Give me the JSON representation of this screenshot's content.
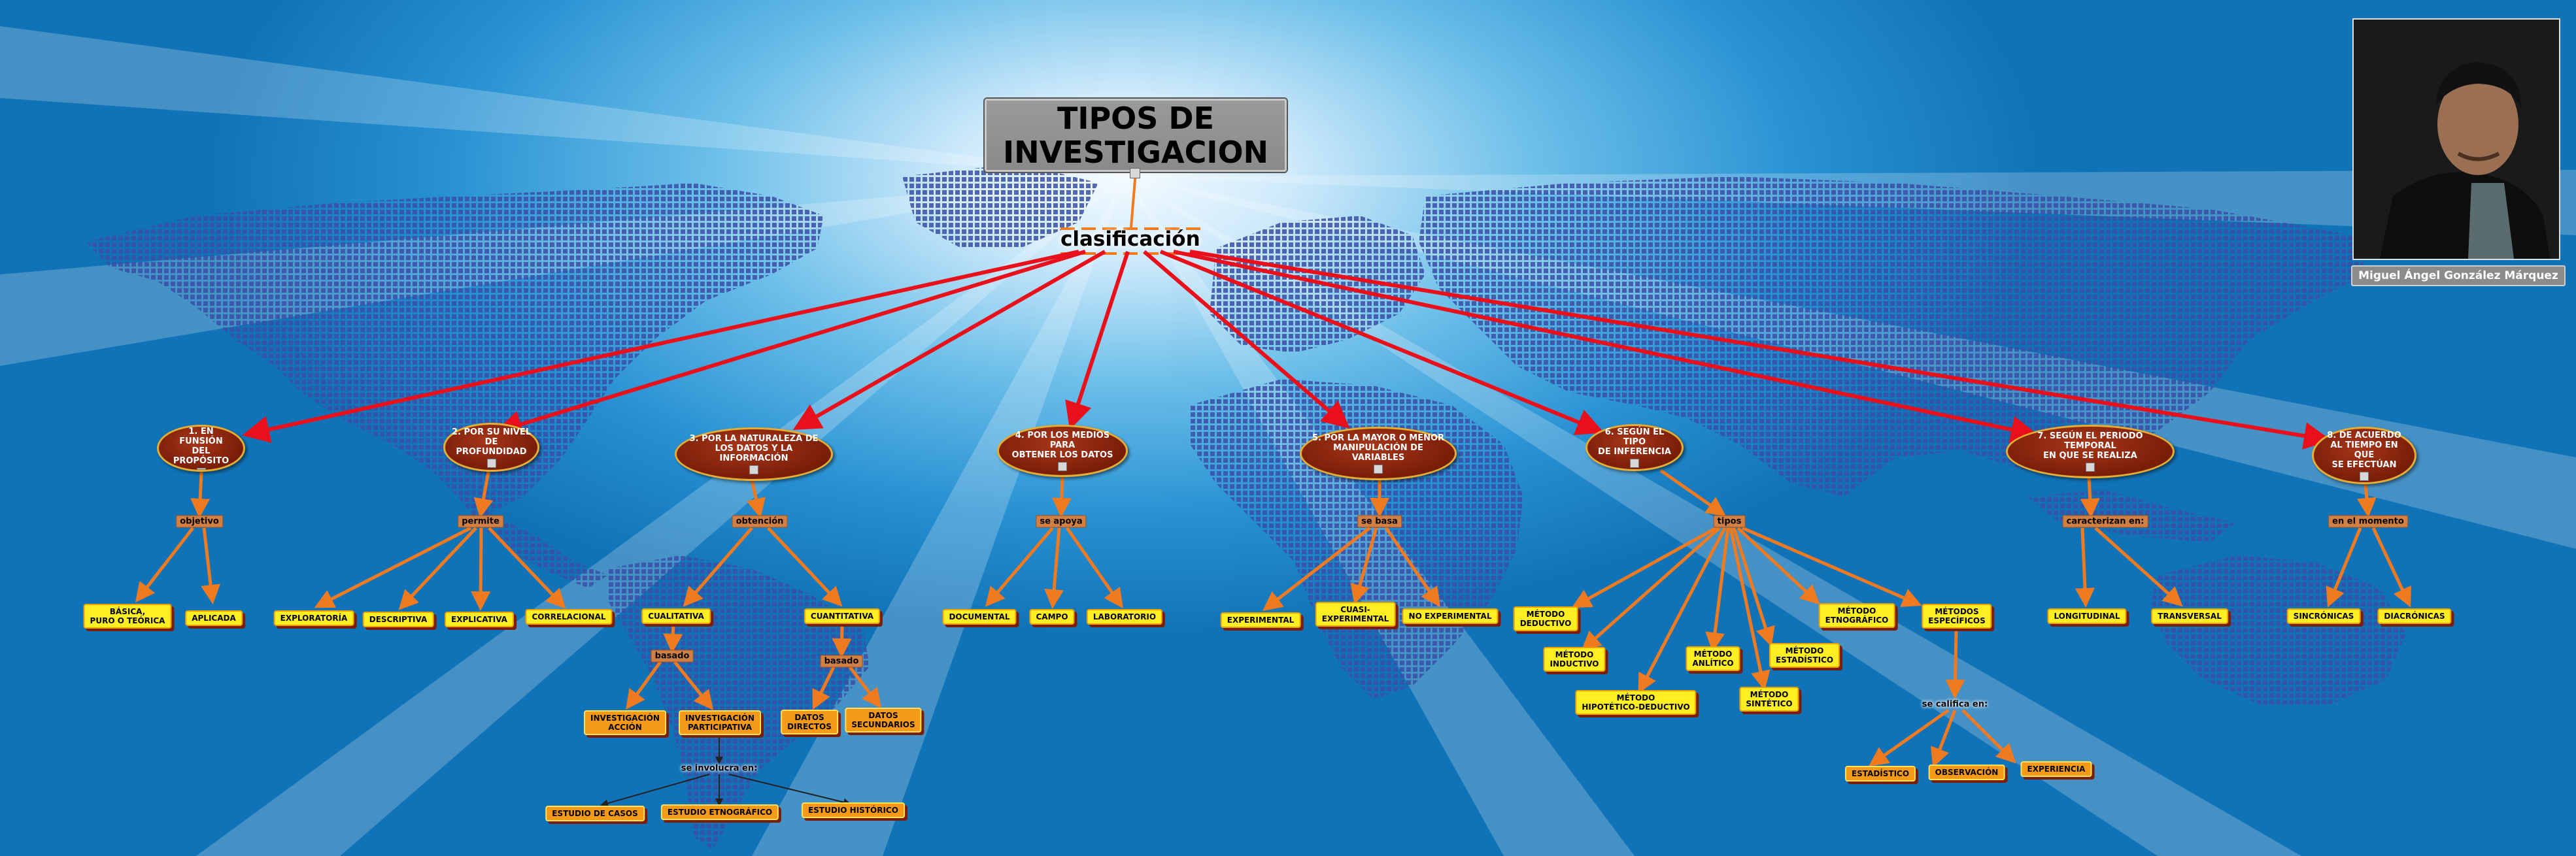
{
  "title": "TIPOS DE INVESTIGACION",
  "title_line1": "TIPOS DE",
  "title_line2": "INVESTIGACION",
  "hub_label": "clasificación",
  "author": "Miguel Ángel González Márquez",
  "photo_icon": "author-portrait",
  "colors": {
    "arrow_red": "#e8101b",
    "line_orange": "#ef7a1f",
    "category_fill": "#7a1e08",
    "concept_yellow": "#ffee22",
    "concept_orange": "#f49a18"
  },
  "categories": [
    {
      "id": "c1",
      "line1": "1. EN FUNSIÓN",
      "line2": "DEL PROPÓSITO",
      "line3": ""
    },
    {
      "id": "c2",
      "line1": "2. POR SU NIVEL",
      "line2": "DE PROFUNDIDAD",
      "line3": ""
    },
    {
      "id": "c3",
      "line1": "3. POR LA NATURALEZA DE",
      "line2": "LOS DATOS Y LA INFORMACIÓN",
      "line3": ""
    },
    {
      "id": "c4",
      "line1": "4. POR LOS MEDIOS PARA",
      "line2": "OBTENER LOS DATOS",
      "line3": ""
    },
    {
      "id": "c5",
      "line1": "5. POR LA MAYOR O MENOR",
      "line2": "MANIPULACIÓN DE VARIABLES",
      "line3": ""
    },
    {
      "id": "c6",
      "line1": "6. SEGÚN EL TIPO",
      "line2": "DE INFERENCIA",
      "line3": ""
    },
    {
      "id": "c7",
      "line1": "7. SEGÚN EL PERIODO TEMPORAL",
      "line2": "EN QUE SE REALIZA",
      "line3": ""
    },
    {
      "id": "c8",
      "line1": "8. DE ACUERDO",
      "line2": "AL TIEMPO EN QUE",
      "line3": "SE EFECTÚAN"
    }
  ],
  "linking_phrases": {
    "l1": "objetivo",
    "l2": "permite",
    "l3": "obtención",
    "l4": "se apoya",
    "l5": "se basa",
    "l6": "tipos",
    "l7": "caracterizan en:",
    "l8": "en el momento",
    "l3a": "basado",
    "l3b": "basado",
    "l3c": "se involucra en:",
    "l6a": "se califica en:"
  },
  "concepts": {
    "basica1": "BÁSICA,",
    "basica2": "PURO O TEÓRICA",
    "aplicada": "APLICADA",
    "exploratoria": "EXPLORATORÍA",
    "descriptiva": "DESCRIPTIVA",
    "explicativa": "EXPLICATIVA",
    "correlacional": "CORRELACIONAL",
    "cualitativa": "CUALITATIVA",
    "cuantitativa": "CUANTITATIVA",
    "invaccion1": "INVESTIGACIÓN",
    "invaccion2": "ACCIÓN",
    "invpart1": "INVESTIGACIÓN",
    "invpart2": "PARTICIPATIVA",
    "datosdir1": "DATOS",
    "datosdir2": "DIRECTOS",
    "datossec1": "DATOS",
    "datossec2": "SECUNDARIOS",
    "casos": "ESTUDIO DE CASOS",
    "etnografico": "ESTUDIO ETNOGRÁFICO",
    "historico": "ESTUDIO HISTÓRICO",
    "documental": "DOCUMENTAL",
    "campo": "CAMPO",
    "laboratorio": "LABORATORIO",
    "experimental": "EXPERIMENTAL",
    "cuasi1": "CUASI-",
    "cuasi2": "EXPERIMENTAL",
    "noexp": "NO EXPERIMENTAL",
    "deductivo1": "MÉTODO",
    "deductivo2": "DEDUCTIVO",
    "inductivo1": "MÉTODO",
    "inductivo2": "INDUCTIVO",
    "hipotetico1": "MÉTODO",
    "hipotetico2": "HIPOTÉTICO-DEDUCTIVO",
    "analitico1": "MÉTODO",
    "analitico2": "ANLÍTICO",
    "sintetico1": "MÉTODO",
    "sintetico2": "SINTÉTICO",
    "estadistico1": "MÉTODO",
    "estadistico2": "ESTADÍSTICO",
    "etnografico1": "MÉTODO",
    "etnografico2": "ETNOGRÁFICO",
    "especificos1": "MÉTODOS",
    "especificos2": "ESPECÍFICOS",
    "estadistico": "ESTADÍSTICO",
    "observacion": "OBSERVACIÓN",
    "experiencia": "EXPERIENCIA",
    "longitudinal": "LONGITUDINAL",
    "transversal": "TRANSVERSAL",
    "sincronicas": "SINCRÓNICAS",
    "diacronicas": "DIACRÓNICAS"
  }
}
